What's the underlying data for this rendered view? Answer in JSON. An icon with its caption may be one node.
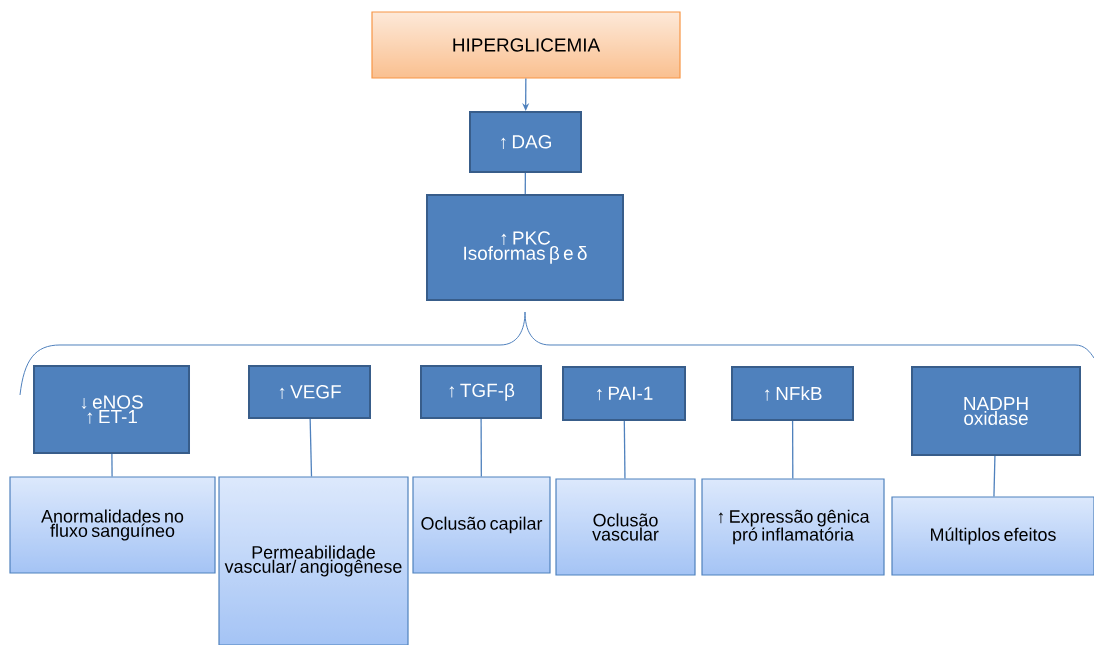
{
  "diagram": {
    "nodes": [
      {
        "text": [
          "HIPERGLICEMIA"
        ]
      },
      {
        "text": [
          "↑ DAG"
        ]
      },
      {
        "text": [
          "↑ PKC",
          "Isoformas β e δ"
        ]
      },
      {
        "text": [
          "↓ eNOS",
          "↑ ET-1"
        ]
      },
      {
        "text": [
          "↑ VEGF"
        ]
      },
      {
        "text": [
          "↑ TGF-β"
        ]
      },
      {
        "text": [
          "↑ PAI-1"
        ]
      },
      {
        "text": [
          "↑ NFkB"
        ]
      },
      {
        "text": [
          "NADPH oxidase"
        ]
      },
      {
        "text": [
          "Anormalidades no fluxo sanguíneo"
        ]
      },
      {
        "text": [
          "Permeabilidade vascular/ angiogênese"
        ]
      },
      {
        "text": [
          "Oclusão capilar"
        ]
      },
      {
        "text": [
          "Oclusão vascular"
        ]
      },
      {
        "text": [
          "↑ Expressão gênica pró inflamatória"
        ]
      },
      {
        "text": [
          "Múltiplos efeitos"
        ]
      }
    ],
    "edges": [
      {
        "from": 0,
        "to": 1,
        "arrow": "to"
      },
      {
        "from": 1,
        "to": 2,
        "arrow": "none"
      },
      {
        "from": 3,
        "to": 9,
        "arrow": "none"
      },
      {
        "from": 4,
        "to": 10,
        "arrow": "none"
      },
      {
        "from": 5,
        "to": 11,
        "arrow": "none"
      },
      {
        "from": 6,
        "to": 12,
        "arrow": "none"
      },
      {
        "from": 7,
        "to": 13,
        "arrow": "none"
      },
      {
        "from": 8,
        "to": 14,
        "arrow": "none"
      }
    ]
  }
}
